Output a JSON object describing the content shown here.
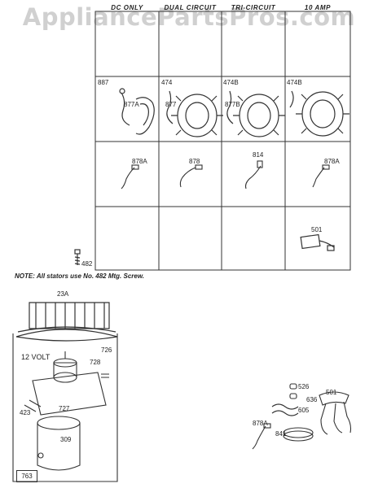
{
  "watermark": "AppliancePartsPros.com",
  "columns": [
    "DC ONLY",
    "DUAL CIRCUIT",
    "TRI-CIRCUIT",
    "10 AMP"
  ],
  "stators": {
    "dc": {
      "ref": "887",
      "stator": "877A",
      "lead": "878A"
    },
    "dual": {
      "ref": "474",
      "stator": "877",
      "lead": "878"
    },
    "tri": {
      "ref": "474B",
      "stator": "877B",
      "lead": "814"
    },
    "amp10": {
      "ref": "474B",
      "lead": "878A",
      "extra": "501"
    }
  },
  "screw": "482",
  "note": "NOTE: All stators use No. 482 Mtg. Screw.",
  "starter": {
    "flywheel": "23A",
    "voltage": "12 VOLT",
    "parts": [
      "726",
      "728",
      "727",
      "423",
      "309"
    ],
    "box": "763"
  },
  "rectifier": {
    "parts": [
      "526",
      "501",
      "605",
      "636",
      "878A",
      "841"
    ]
  }
}
